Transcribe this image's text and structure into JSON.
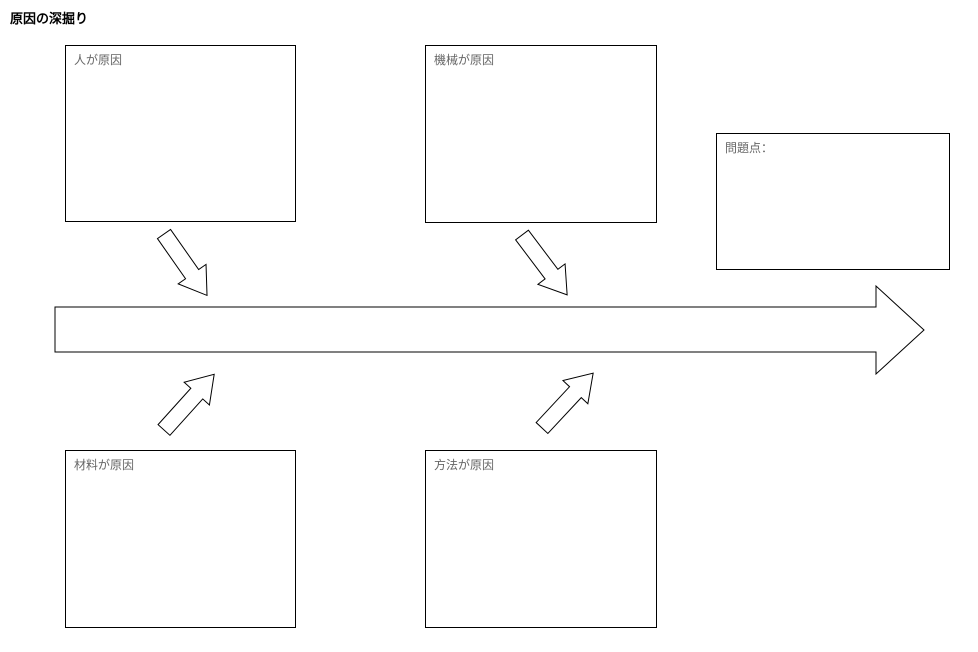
{
  "page": {
    "title": "原因の深掘り"
  },
  "boxes": {
    "people": {
      "label": "人が原因"
    },
    "machine": {
      "label": "機械が原因"
    },
    "problem": {
      "label": "問題点："
    },
    "material": {
      "label": "材料が原因"
    },
    "method": {
      "label": "方法が原因"
    }
  },
  "colors": {
    "border": "#000000",
    "text": "#666666",
    "title": "#000000",
    "bg": "#ffffff"
  }
}
